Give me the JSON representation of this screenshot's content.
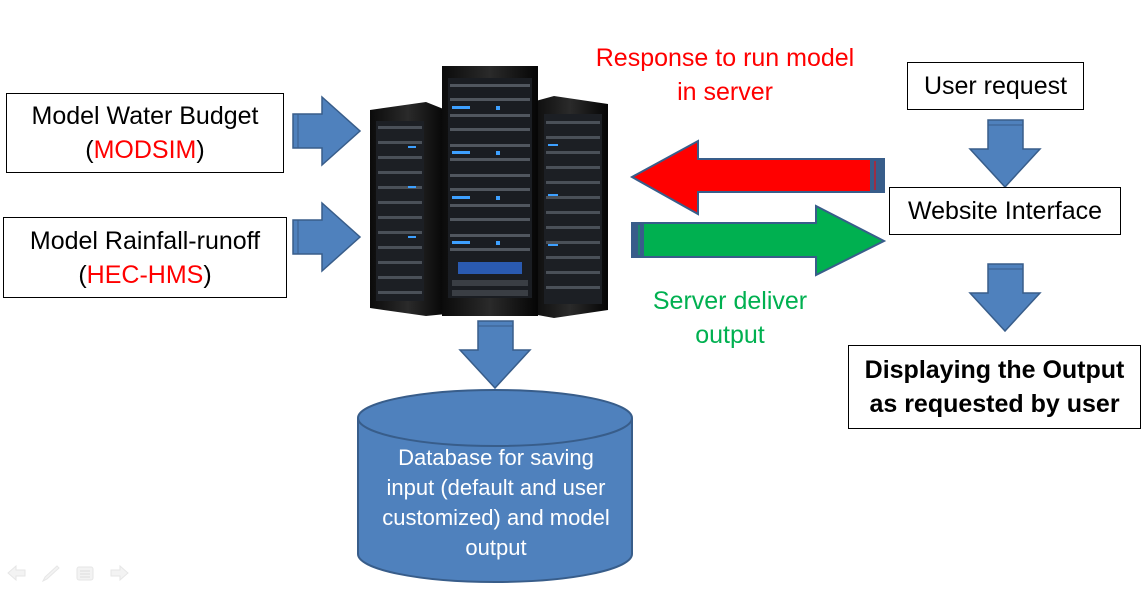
{
  "diagram": {
    "inputs": [
      {
        "line1": "Model Water Budget",
        "model_open": "(",
        "model": "MODSIM",
        "model_close": ")"
      },
      {
        "line1": "Model Rainfall-runoff",
        "model_open": "(",
        "model": "HEC-HMS",
        "model_close": ")"
      }
    ],
    "server": {
      "icon": "server-rack-icon"
    },
    "response_label": {
      "line1": "Response to run model",
      "line2": "in server"
    },
    "deliver_label": {
      "line1": "Server deliver",
      "line2": "output"
    },
    "user_request": "User request",
    "website_interface": "Website Interface",
    "output_box": {
      "line1": "Displaying the Output",
      "line2": "as requested by user"
    },
    "database": {
      "lines": [
        "Database for saving",
        "input (default and user",
        "customized) and model",
        "output"
      ]
    },
    "colors": {
      "arrow_blue": "#4f81bd",
      "arrow_border": "#385d8a",
      "request_arrow": "#ff0000",
      "deliver_arrow": "#00b050",
      "highlight_red": "#ff0000",
      "deliver_text": "#00b050"
    }
  },
  "slide_nav": {
    "prev": "arrow-left-icon",
    "pen": "pen-icon",
    "menu": "menu-icon",
    "next": "arrow-right-icon"
  }
}
